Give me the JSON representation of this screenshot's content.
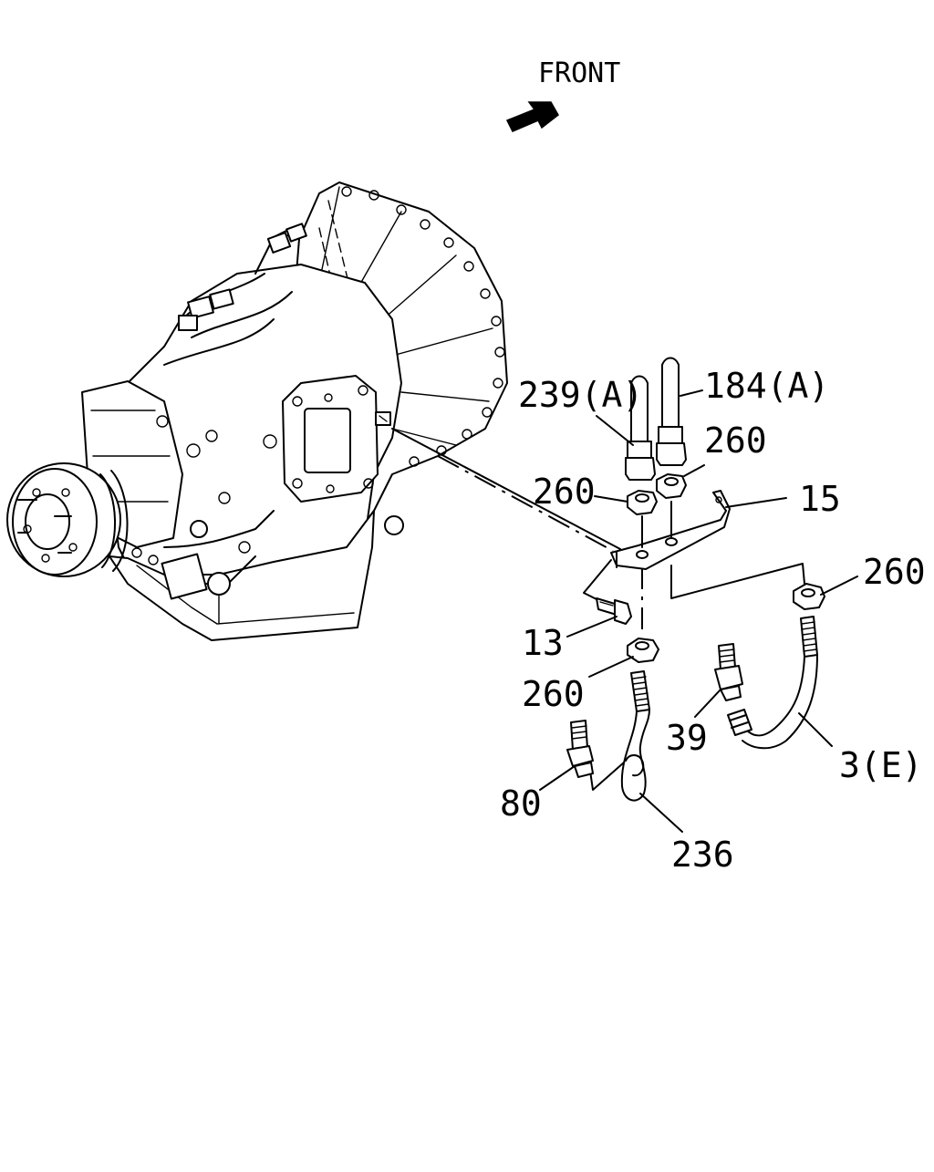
{
  "diagram": {
    "front_label": "FRONT",
    "callouts": [
      {
        "id": "239a",
        "text": "239(A)"
      },
      {
        "id": "184a",
        "text": "184(A)"
      },
      {
        "id": "260-top-right",
        "text": "260"
      },
      {
        "id": "260-left",
        "text": "260"
      },
      {
        "id": "15",
        "text": "15"
      },
      {
        "id": "260-right",
        "text": "260"
      },
      {
        "id": "13",
        "text": "13"
      },
      {
        "id": "260-lower",
        "text": "260"
      },
      {
        "id": "39",
        "text": "39"
      },
      {
        "id": "3e",
        "text": "3(E)"
      },
      {
        "id": "80",
        "text": "80"
      },
      {
        "id": "236",
        "text": "236"
      }
    ]
  }
}
